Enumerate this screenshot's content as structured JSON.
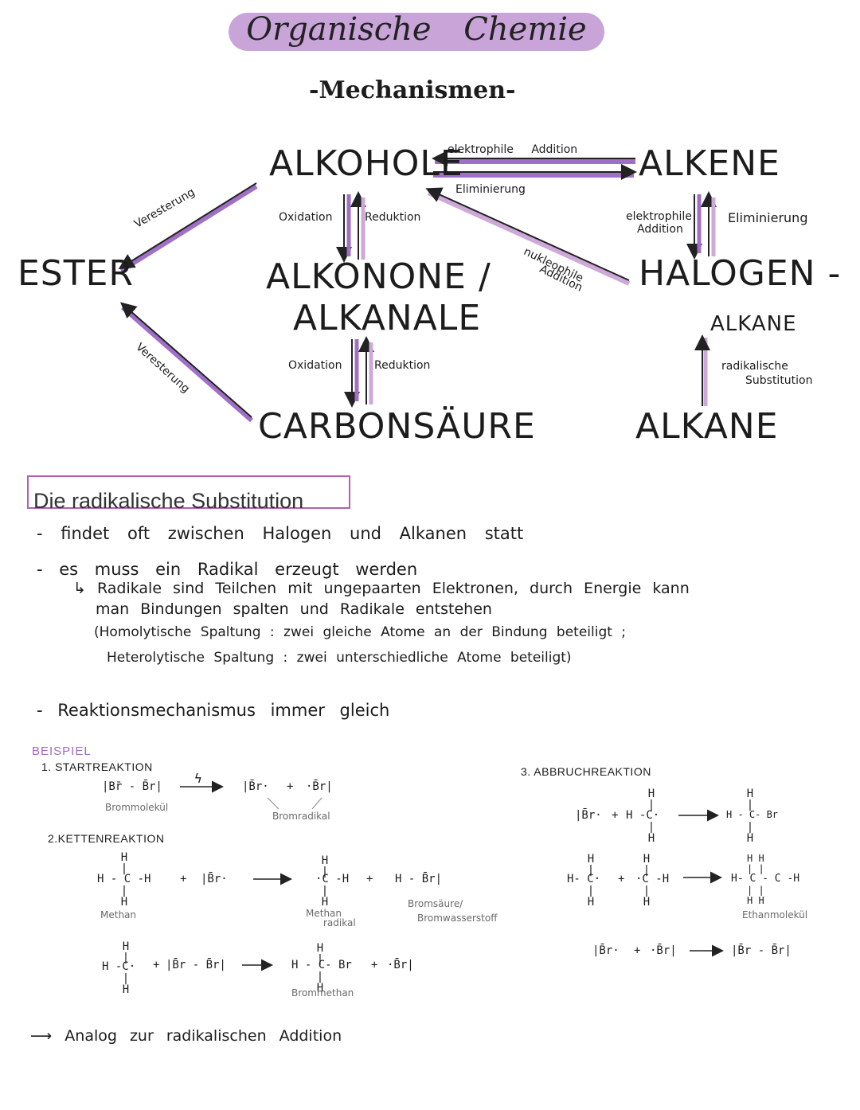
{
  "header": {
    "title": "Organische Chemie",
    "subtitle": "-Mechanismen-"
  },
  "diagram": {
    "nodes": {
      "alkohole": "ALKOHOLE",
      "alkene": "ALKENE",
      "ester": "ESTER",
      "alkonone": "ALKONONE /",
      "alkanale": "ALKANALE",
      "halogen": "HALOGEN -",
      "halogen_alkane": "ALKANE",
      "carbonsaeure": "CARBONSÄURE",
      "alkane": "ALKANE"
    },
    "labels": {
      "elektrophile_addition_top": "elektrophile Addition",
      "eliminierung_top": "Eliminierung",
      "veresterung_1": "Veresterung",
      "veresterung_2": "Veresterung",
      "oxidation_1": "Oxidation",
      "reduktion_1": "Reduktion",
      "oxidation_2": "Oxidation",
      "reduktion_2": "Reduktion",
      "nukleophile": "nukleophile",
      "nukleophile_addition": "Addition",
      "elektrophile_right": "elektrophile",
      "addition_right": "Addition",
      "eliminierung_right": "Eliminierung",
      "radikalische": "radikalische",
      "substitution": "Substitution"
    },
    "colors": {
      "accent": "#a070c8",
      "light_accent": "#cda8d8",
      "pill": "#c8a4d8",
      "box_border": "#b35fb3"
    }
  },
  "section": {
    "title": "Die radikalische Substitution",
    "bullets": [
      "- findet oft zwischen Halogen und Alkanen statt",
      "- es muss ein Radikal erzeugt werden",
      "↳ Radikale sind Teilchen mit ungepaarten Elektronen, durch Energie kann",
      "man Bindungen spalten und Radikale entstehen",
      "(Homolytische Spaltung : zwei gleiche Atome an der Bindung beteiligt ;",
      "Heterolytische Spaltung : zwei unterschiedliche Atome beteiligt)",
      "- Reaktionsmechanismus immer gleich"
    ]
  },
  "beispiel": {
    "label": "BEISPIEL",
    "step1": "1. STARTREAKTION",
    "step2": "2.KETTENREAKTION",
    "step3": "3. ABBRUCHREAKTION",
    "notes": {
      "brommolekuel": "Brommolekül",
      "bromradikal": "Bromradikal",
      "methan": "Methan",
      "methan_radikal_1": "Methan",
      "methan_radikal_2": "radikal",
      "bromsaeure_1": "Bromsäure/",
      "bromsaeure_2": "Bromwasserstoff",
      "brommethan": "Brommethan",
      "ethanmolekuel": "Ethanmolekül"
    },
    "formulas": {
      "br2": "|Br̄ - B̄r|",
      "lightning": "ϟ",
      "br_rad": "|B̄r·",
      "plus": "+",
      "br_rad2": "·B̄r|",
      "hbr": "H - B̄r|",
      "br_dot_left": "|B̄r·",
      "br2_b": "|B̄r - B̄r|",
      "br_rad3": "·B̄r|",
      "br_rad4": "|B̄r·",
      "br_rad5": "·B̄r|",
      "br2_c": "|B̄r - B̄r|"
    },
    "analog": "⟶ Analog zur radikalischen Addition"
  }
}
